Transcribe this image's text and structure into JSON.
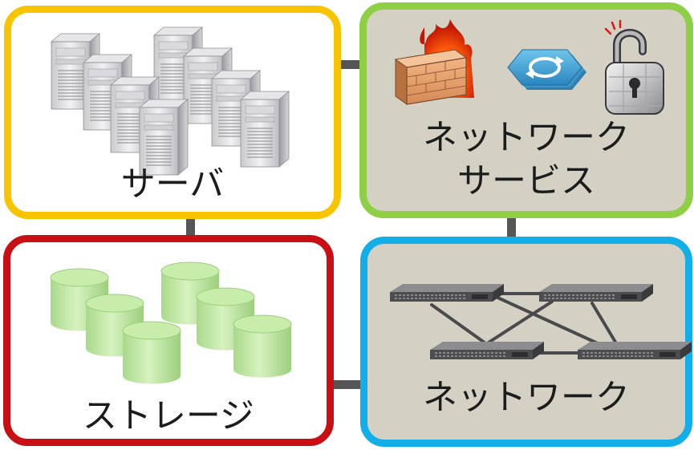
{
  "panels": {
    "servers": {
      "label": "サーバ",
      "border_color": "#f8c400"
    },
    "network_services": {
      "label_line1": "ネットワーク",
      "label_line2": "サービス",
      "border_color": "#8ecf45"
    },
    "storage": {
      "label": "ストレージ",
      "border_color": "#c70f14"
    },
    "network": {
      "label": "ネットワーク",
      "border_color": "#12aee8"
    }
  },
  "icons": {
    "servers": "server-tower-icon",
    "network_services": [
      "firewall-icon",
      "load-balancer-icon",
      "padlock-icon"
    ],
    "storage": "database-cylinder-icon",
    "network": "network-switch-icon"
  }
}
